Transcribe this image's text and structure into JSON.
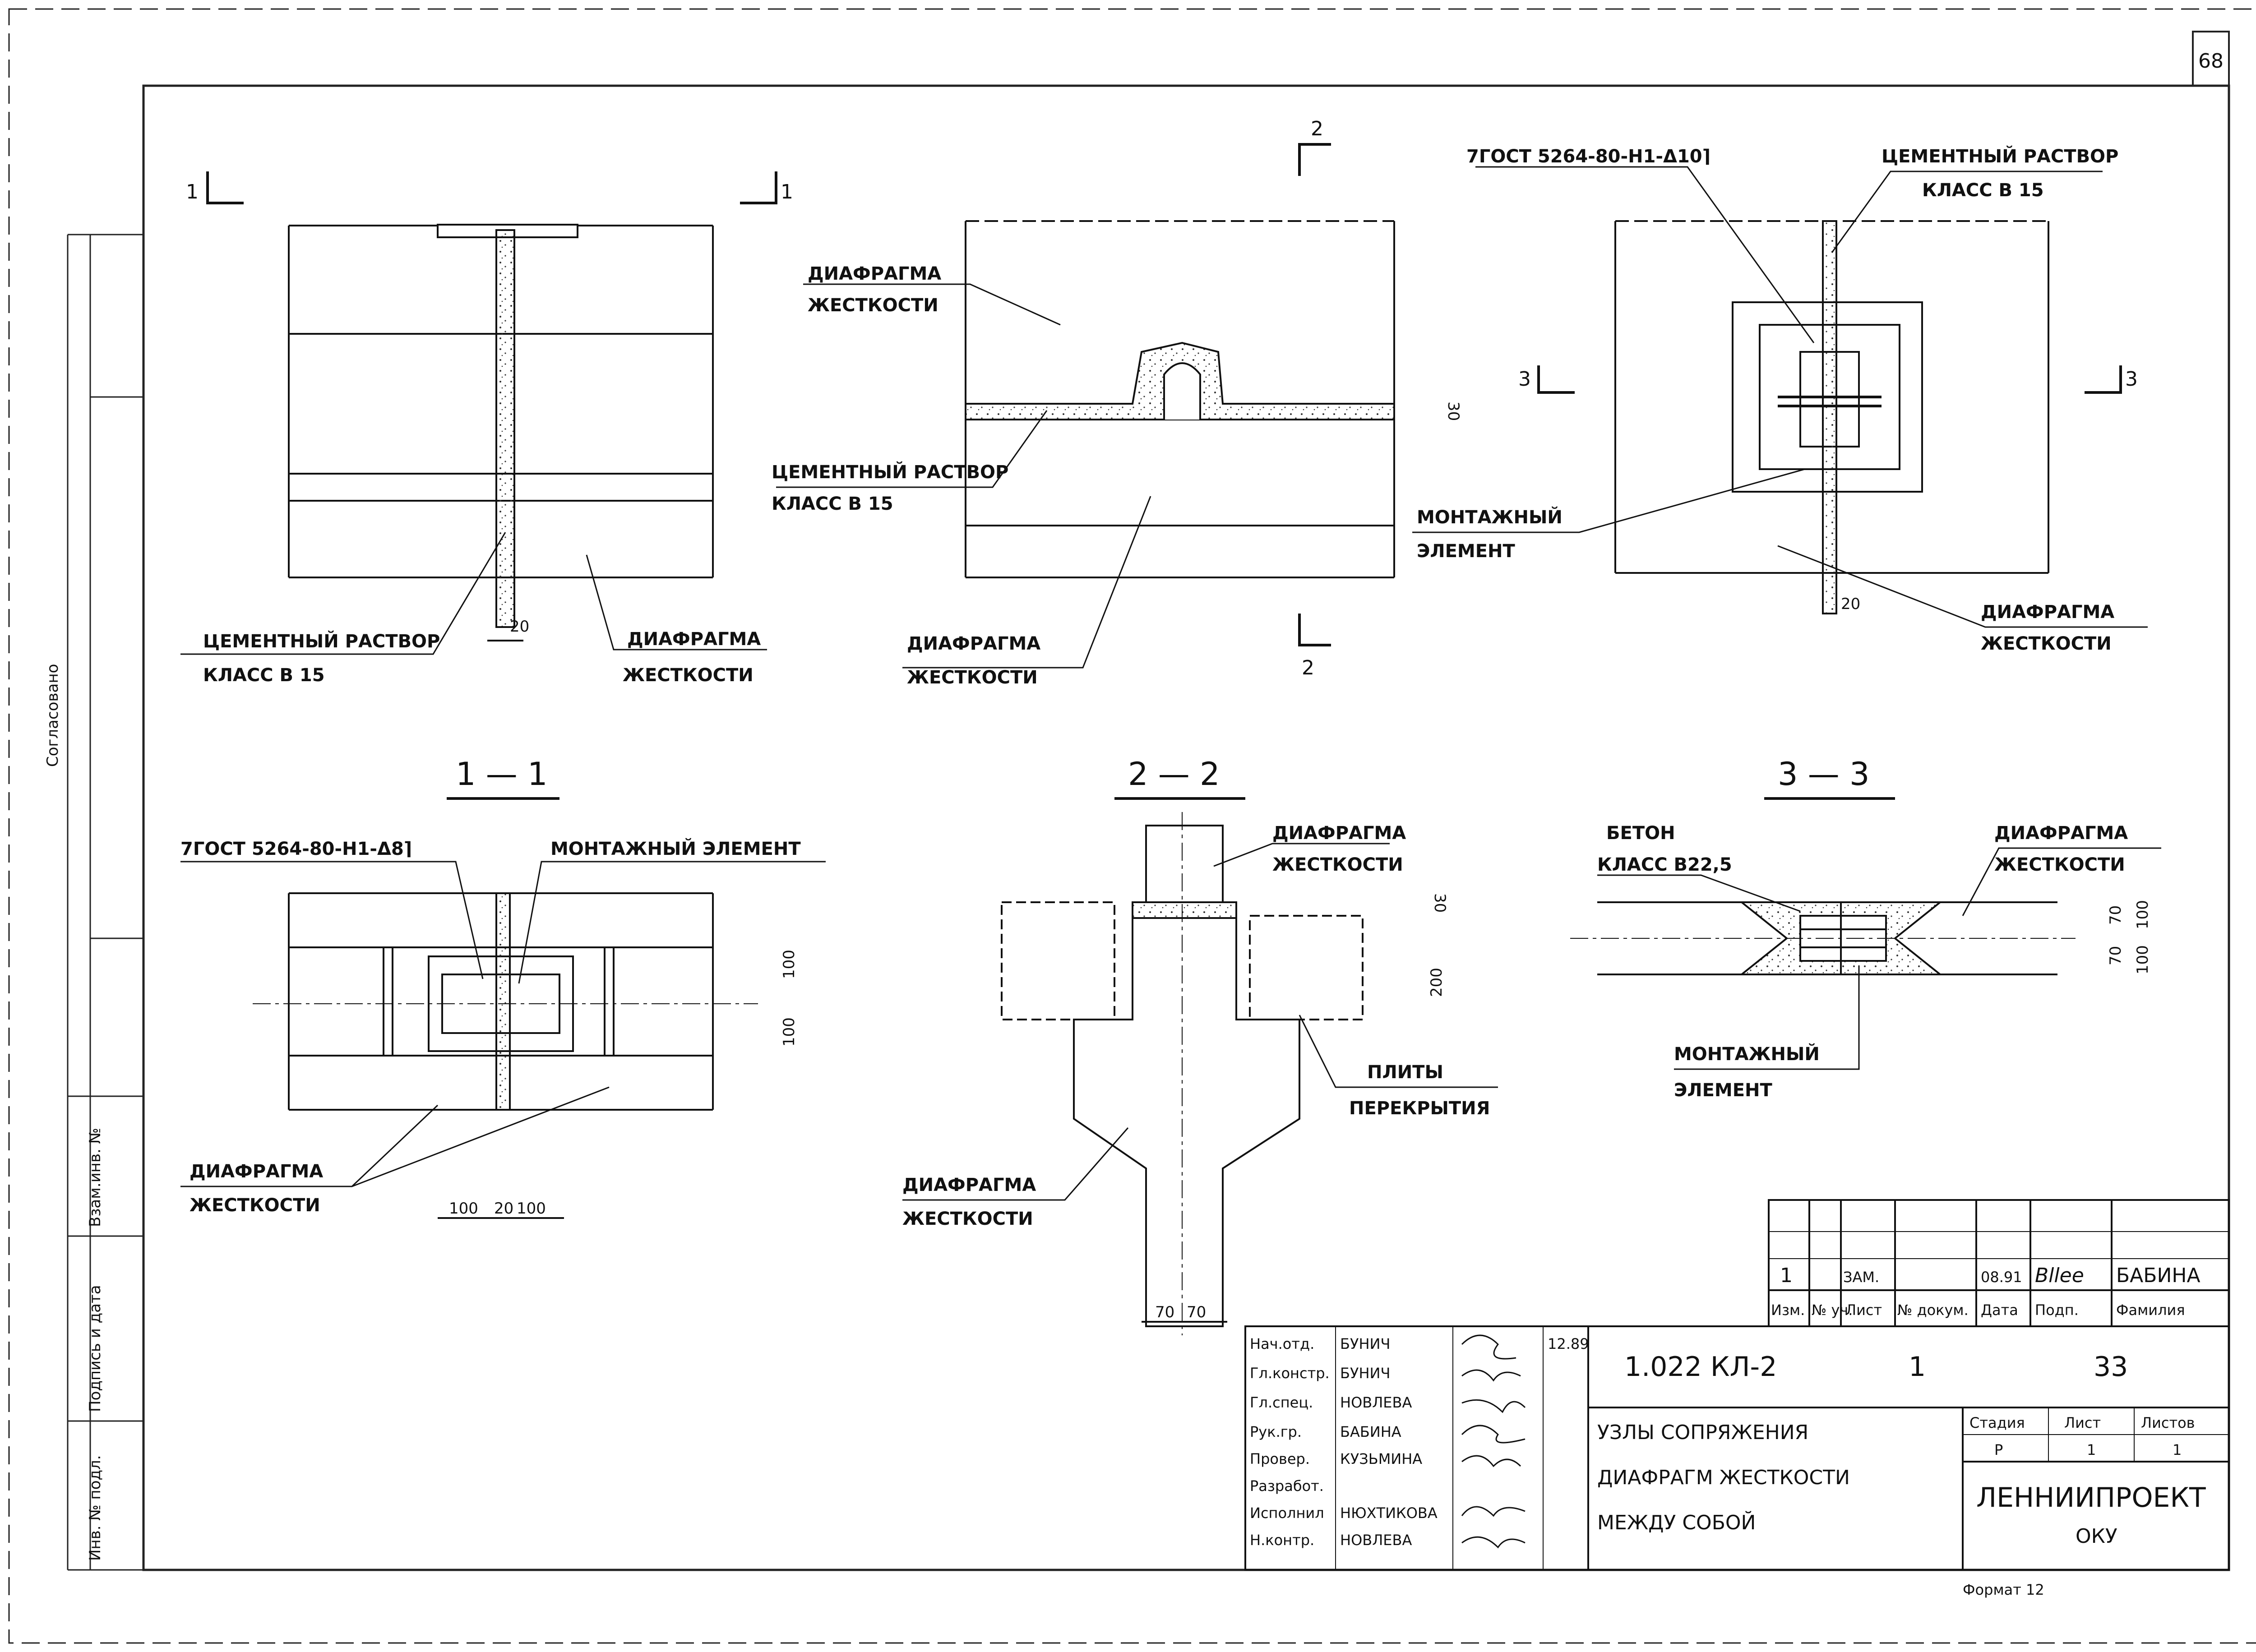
{
  "sheet_number": "68",
  "side_strip": {
    "approved": "Согласовано",
    "replaces_inv": "Взам.инв. №",
    "sign_date": "Подпись и дата",
    "inv_no": "Инв. № подл."
  },
  "section_marks": {
    "s1": "1",
    "s2": "2",
    "s3": "3"
  },
  "section_titles": {
    "s11": "1 — 1",
    "s22": "2 — 2",
    "s33": "3 — 3"
  },
  "labels": {
    "diaphragm_l1": "ДИАФРАГМА",
    "diaphragm_l2": "ЖЕСТКОСТИ",
    "mortar_l1": "ЦЕМЕНТНЫЙ РАСТВОР",
    "mortar_l2": "КЛАСС В 15",
    "mounting_l1": "МОНТАЖНЫЙ",
    "mounting_l2": "ЭЛЕМЕНТ",
    "mounting_full": "МОНТАЖНЫЙ ЭЛЕМЕНТ",
    "weld_10": "7ГОСТ 5264-80-Н1-Δ10⌉",
    "weld_8": "7ГОСТ 5264-80-Н1-Δ8⌉",
    "slab_l1": "ПЛИТЫ",
    "slab_l2": "ПЕРЕКРЫТИЯ",
    "concrete_l1": "БЕТОН",
    "concrete_l2": "КЛАСС В22,5"
  },
  "dims": {
    "d20": "20",
    "d30": "30",
    "d100": "100",
    "d200": "200",
    "d70": "70"
  },
  "title_block": {
    "revision": {
      "num": "1",
      "type": "ЗАМ.",
      "date": "08.91",
      "signature": "Bllee",
      "name": "БАБИНА"
    },
    "rev_headers": {
      "izm": "Изм.",
      "no": "№ уч.",
      "sheet": "Лист",
      "doc": "№ докум.",
      "date": "Дата",
      "sign": "Подп.",
      "surname": "Фамилия"
    },
    "staff": [
      {
        "role": "Нач.отд.",
        "name": "БУНИЧ"
      },
      {
        "role": "Гл.констр.",
        "name": "БУНИЧ"
      },
      {
        "role": "Гл.спец.",
        "name": "НОВЛЕВА"
      },
      {
        "role": "Рук.гр.",
        "name": "БАБИНА"
      },
      {
        "role": "Провер.",
        "name": "КУЗЬМИНА"
      },
      {
        "role": "Разработ.",
        "name": ""
      },
      {
        "role": "Исполнил",
        "name": "НЮХТИКОВА"
      },
      {
        "role": "Н.контр.",
        "name": "НОВЛЕВА"
      }
    ],
    "date": "12.89",
    "code": "1.022 КЛ-2",
    "issue": "1",
    "page": "33",
    "title_l1": "УЗЛЫ СОПРЯЖЕНИЯ",
    "title_l2": "ДИАФРАГМ ЖЕСТКОСТИ",
    "title_l3": "МЕЖДУ СОБОЙ",
    "stage_h": "Стадия",
    "sheet_h": "Лист",
    "sheets_h": "Листов",
    "stage": "Р",
    "sheet": "1",
    "sheets": "1",
    "org_l1": "ЛЕННИИПРОЕКТ",
    "org_l2": "ОКУ",
    "format": "Формат 12"
  }
}
